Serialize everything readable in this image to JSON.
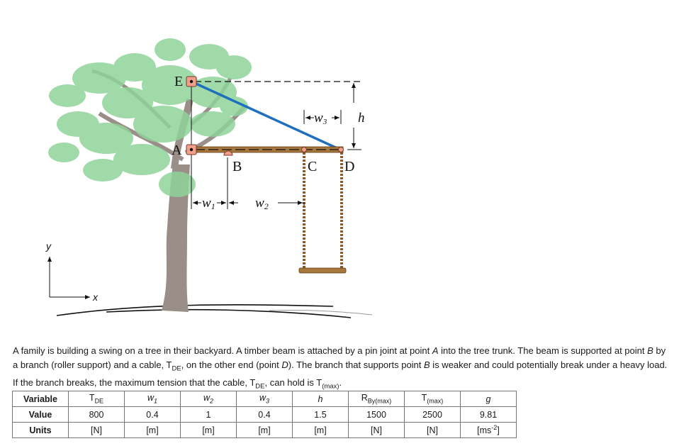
{
  "figure": {
    "points": [
      "E",
      "A",
      "B",
      "C",
      "D"
    ],
    "dims": [
      "w1",
      "w2",
      "w3",
      "h"
    ],
    "axes": [
      "y",
      "x"
    ]
  },
  "problem": {
    "s1": "A family is building a swing on a tree in their backyard. A timber beam is attached by a pin joint at point ",
    "s1a": "A",
    "s2": " into the tree trunk. The beam is supported at point ",
    "s2b": "B",
    "s3": " by a branch (roller support) and a cable, T",
    "s3sub": "DE",
    "s4": ", on the other end (point ",
    "s4d": "D",
    "s5": "). The branch that supports point ",
    "s5b": "B",
    "s6": " is weaker and could potentially break under a heavy load. If the branch breaks, the maximum tension that the cable, T",
    "s6sub": "DE",
    "s7": ", can hold is T",
    "s7sub": "(max)",
    "s8": "."
  },
  "table": {
    "row_labels": [
      "Variable",
      "Value",
      "Units"
    ],
    "columns": [
      {
        "var_main": "T",
        "var_sub": "DE",
        "value": "800",
        "unit": "[N]"
      },
      {
        "var_main": "w",
        "var_sub": "1",
        "value": "0.4",
        "unit": "[m]"
      },
      {
        "var_main": "w",
        "var_sub": "2",
        "value": "1",
        "unit": "[m]"
      },
      {
        "var_main": "w",
        "var_sub": "3",
        "value": "0.4",
        "unit": "[m]"
      },
      {
        "var_main": "h",
        "var_sub": "",
        "value": "1.5",
        "unit": "[m]"
      },
      {
        "var_main": "R",
        "var_sub": "By(max)",
        "value": "1500",
        "unit": "[N]"
      },
      {
        "var_main": "T",
        "var_sub": "(max)",
        "value": "2500",
        "unit": "[N]"
      },
      {
        "var_main": "g",
        "var_sub": "",
        "value": "9.81",
        "unit": "[ms",
        "unit_sup": "-2",
        "unit_end": "]"
      }
    ]
  }
}
